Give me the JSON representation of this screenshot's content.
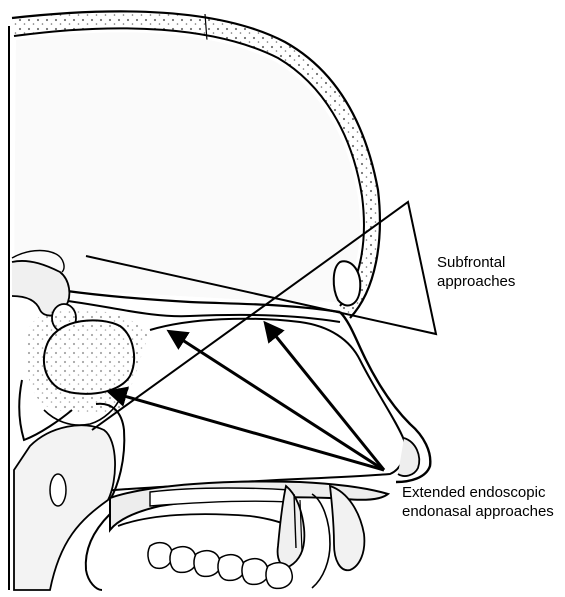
{
  "labels": {
    "subfrontal_line1": "Subfrontal",
    "subfrontal_line2": "approaches",
    "endonasal_line1": "Extended endoscopic",
    "endonasal_line2": "endonasal approaches"
  },
  "colors": {
    "ink": "#000000",
    "background": "#ffffff",
    "bone_fill": "#ececec",
    "cavity_fill": "#f7f7f7",
    "shade": "#c9c9c9"
  }
}
